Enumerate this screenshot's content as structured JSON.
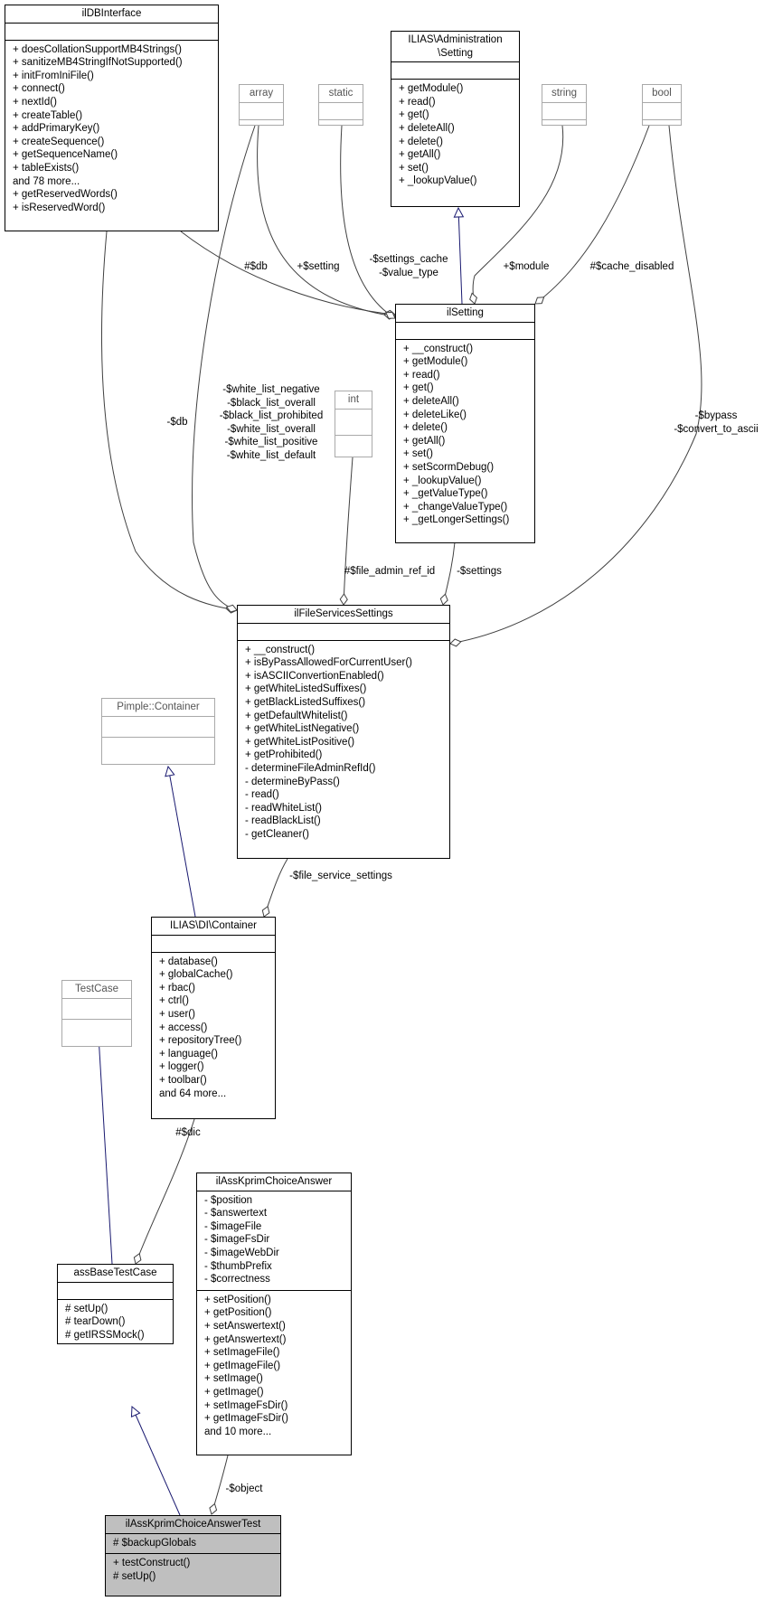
{
  "classes": {
    "ilDBInterface": {
      "name": "ilDBInterface",
      "attributes": [],
      "methods": [
        "+ doesCollationSupportMB4Strings()",
        "+ sanitizeMB4StringIfNotSupported()",
        "+ initFromIniFile()",
        "+ connect()",
        "+ nextId()",
        "+ createTable()",
        "+ addPrimaryKey()",
        "+ createSequence()",
        "+ getSequenceName()",
        "+ tableExists()",
        "and 78 more...",
        "+ getReservedWords()",
        "+ isReservedWord()"
      ]
    },
    "adminSetting": {
      "name": "ILIAS\\Administration\n\\Setting",
      "attributes": [],
      "methods": [
        "+ getModule()",
        "+ read()",
        "+ get()",
        "+ deleteAll()",
        "+ delete()",
        "+ getAll()",
        "+ set()",
        "+ _lookupValue()"
      ]
    },
    "array": {
      "name": "array",
      "attributes": [],
      "methods": []
    },
    "static": {
      "name": "static",
      "attributes": [],
      "methods": []
    },
    "string": {
      "name": "string",
      "attributes": [],
      "methods": []
    },
    "bool": {
      "name": "bool",
      "attributes": [],
      "methods": []
    },
    "int": {
      "name": "int",
      "attributes": [],
      "methods": []
    },
    "ilSetting": {
      "name": "ilSetting",
      "attributes": [],
      "methods": [
        "+ __construct()",
        "+ getModule()",
        "+ read()",
        "+ get()",
        "+ deleteAll()",
        "+ deleteLike()",
        "+ delete()",
        "+ getAll()",
        "+ set()",
        "+ setScormDebug()",
        "+ _lookupValue()",
        "+ _getValueType()",
        "+ _changeValueType()",
        "+ _getLongerSettings()"
      ]
    },
    "ilFileServicesSettings": {
      "name": "ilFileServicesSettings",
      "attributes": [],
      "methods": [
        "+ __construct()",
        "+ isByPassAllowedForCurrentUser()",
        "+ isASCIIConvertionEnabled()",
        "+ getWhiteListedSuffixes()",
        "+ getBlackListedSuffixes()",
        "+ getDefaultWhitelist()",
        "+ getWhiteListNegative()",
        "+ getWhiteListPositive()",
        "+ getProhibited()",
        "- determineFileAdminRefId()",
        "- determineByPass()",
        "- read()",
        "- readWhiteList()",
        "- readBlackList()",
        "- getCleaner()"
      ]
    },
    "pimple": {
      "name": "Pimple::Container",
      "attributes": [],
      "methods": []
    },
    "diContainer": {
      "name": "ILIAS\\DI\\Container",
      "attributes": [],
      "methods": [
        "+ database()",
        "+ globalCache()",
        "+ rbac()",
        "+ ctrl()",
        "+ user()",
        "+ access()",
        "+ repositoryTree()",
        "+ language()",
        "+ logger()",
        "+ toolbar()",
        "and 64 more..."
      ]
    },
    "testCase": {
      "name": "TestCase",
      "attributes": [],
      "methods": []
    },
    "assBaseTestCase": {
      "name": "assBaseTestCase",
      "attributes": [],
      "methods": [
        "# setUp()",
        "# tearDown()",
        "# getIRSSMock()"
      ]
    },
    "choiceAnswer": {
      "name": "ilAssKprimChoiceAnswer",
      "attributes": [
        "- $position",
        "- $answertext",
        "- $imageFile",
        "- $imageFsDir",
        "- $imageWebDir",
        "- $thumbPrefix",
        "- $correctness"
      ],
      "methods": [
        "+ setPosition()",
        "+ getPosition()",
        "+ setAnswertext()",
        "+ getAnswertext()",
        "+ setImageFile()",
        "+ getImageFile()",
        "+ setImage()",
        "+ getImage()",
        "+ setImageFsDir()",
        "+ getImageFsDir()",
        "and 10 more..."
      ]
    },
    "answerTest": {
      "name": "ilAssKprimChoiceAnswerTest",
      "attributes": [
        "# $backupGlobals"
      ],
      "methods": [
        "+ testConstruct()",
        "# setUp()"
      ]
    }
  },
  "edge_labels": {
    "db_dbinterface": "#$db",
    "setting": "+$setting",
    "settings_cache": [
      "-$settings_cache",
      "-$value_type"
    ],
    "module": "+$module",
    "cache_disabled": "#$cache_disabled",
    "db_minus": "-$db",
    "lists": [
      "-$white_list_negative",
      "-$black_list_overall",
      "-$black_list_prohibited",
      "-$white_list_overall",
      "-$white_list_positive",
      "-$white_list_default"
    ],
    "bypass": [
      "-$bypass",
      "-$convert_to_ascii"
    ],
    "file_admin_ref_id": "#$file_admin_ref_id",
    "settings": "-$settings",
    "file_service_settings": "-$file_service_settings",
    "dic": "#$dic",
    "object": "-$object"
  },
  "colors": {
    "inheritance": "#191970",
    "association": "#404040",
    "external_border": "#a9a9a9",
    "focus_fill": "#bfbfbf"
  }
}
